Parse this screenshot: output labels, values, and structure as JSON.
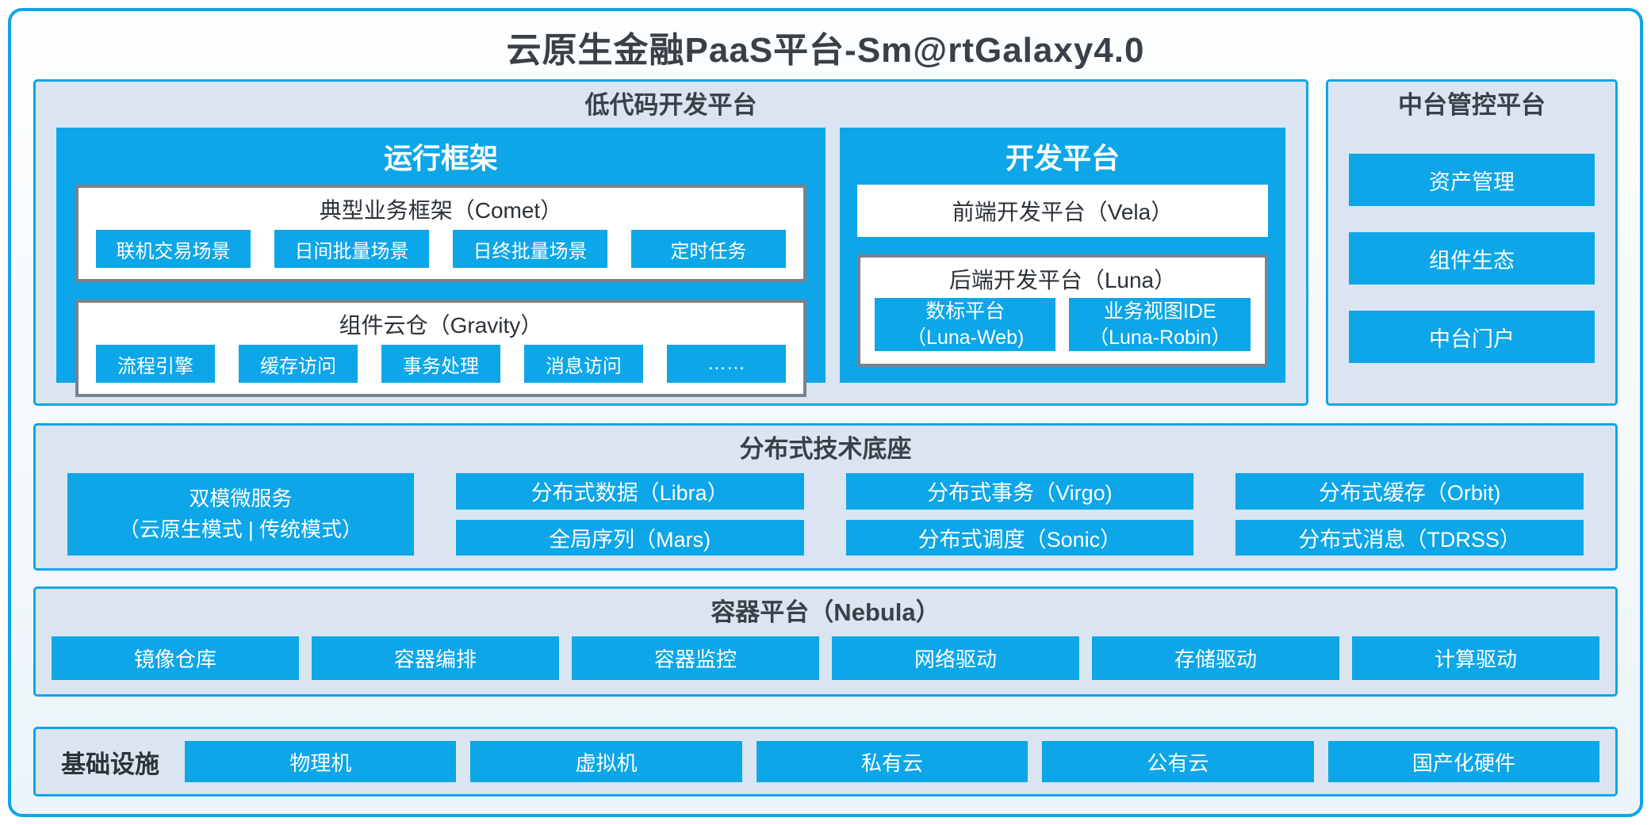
{
  "title": "云原生金融PaaS平台-Sm@rtGalaxy4.0",
  "colors": {
    "accent_blue": "#0da6e8",
    "panel_background": "#dbe5f1",
    "dark_text": "#3a4047",
    "grey_border": "#7c828b"
  },
  "low_code": {
    "title": "低代码开发平台",
    "runtime": {
      "title": "运行框架",
      "comet": {
        "title": "典型业务框架（Comet）",
        "items": [
          "联机交易场景",
          "日间批量场景",
          "日终批量场景",
          "定时任务"
        ]
      },
      "gravity": {
        "title": "组件云仓（Gravity）",
        "items": [
          "流程引擎",
          "缓存访问",
          "事务处理",
          "消息访问",
          "……"
        ]
      }
    },
    "dev": {
      "title": "开发平台",
      "vela_label": "前端开发平台（Vela）",
      "luna": {
        "title": "后端开发平台（Luna）",
        "items": [
          {
            "name": "数标平台",
            "sub": "（Luna-Web)"
          },
          {
            "name": "业务视图IDE",
            "sub": "（Luna-Robin）"
          }
        ]
      }
    }
  },
  "mid_platform": {
    "title": "中台管控平台",
    "items": [
      "资产管理",
      "组件生态",
      "中台门户"
    ]
  },
  "distributed": {
    "title": "分布式技术底座",
    "dual_mode": {
      "line1": "双模微服务",
      "line2": "（云原生模式 | 传统模式）"
    },
    "columns": [
      {
        "top": "分布式数据（Libra）",
        "bottom": "全局序列（Mars)"
      },
      {
        "top": "分布式事务（Virgo)",
        "bottom": "分布式调度（Sonic）"
      },
      {
        "top": "分布式缓存（Orbit)",
        "bottom": "分布式消息（TDRSS）"
      }
    ]
  },
  "container_platform": {
    "title": "容器平台（Nebula）",
    "items": [
      "镜像仓库",
      "容器编排",
      "容器监控",
      "网络驱动",
      "存储驱动",
      "计算驱动"
    ]
  },
  "infrastructure": {
    "title": "基础设施",
    "items": [
      "物理机",
      "虚拟机",
      "私有云",
      "公有云",
      "国产化硬件"
    ]
  }
}
